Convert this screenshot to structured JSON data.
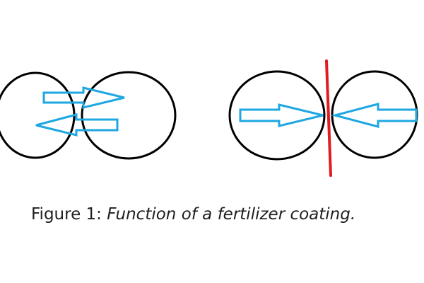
{
  "figure": {
    "caption_label": "Figure 1: ",
    "caption_text": "Function of a fertilizer coating."
  },
  "colors": {
    "particle_outline": "#000000",
    "arrow": "#1ea7e1",
    "coating_barrier": "#e11b22"
  },
  "panels": [
    {
      "id": "uncoated",
      "particles": 2,
      "arrows": [
        "right",
        "left"
      ],
      "barrier": false
    },
    {
      "id": "coated",
      "particles": 2,
      "arrows": [
        "right",
        "left"
      ],
      "barrier": true
    }
  ]
}
